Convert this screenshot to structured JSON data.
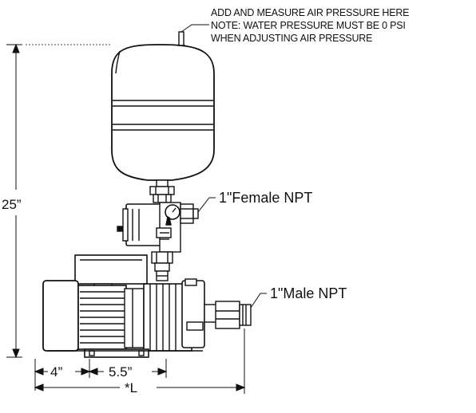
{
  "annotations": {
    "air_line1": "ADD AND MEASURE AIR PRESSURE HERE",
    "air_line2": "NOTE: WATER PRESSURE MUST BE 0 PSI",
    "air_line3": "WHEN ADJUSTING AIR PRESSURE",
    "female_npt": "1\"Female NPT",
    "male_npt": "1\"Male NPT"
  },
  "dimensions": {
    "height": "25”",
    "base_left": "4”",
    "base_span": "5.5”",
    "length": "*L"
  }
}
